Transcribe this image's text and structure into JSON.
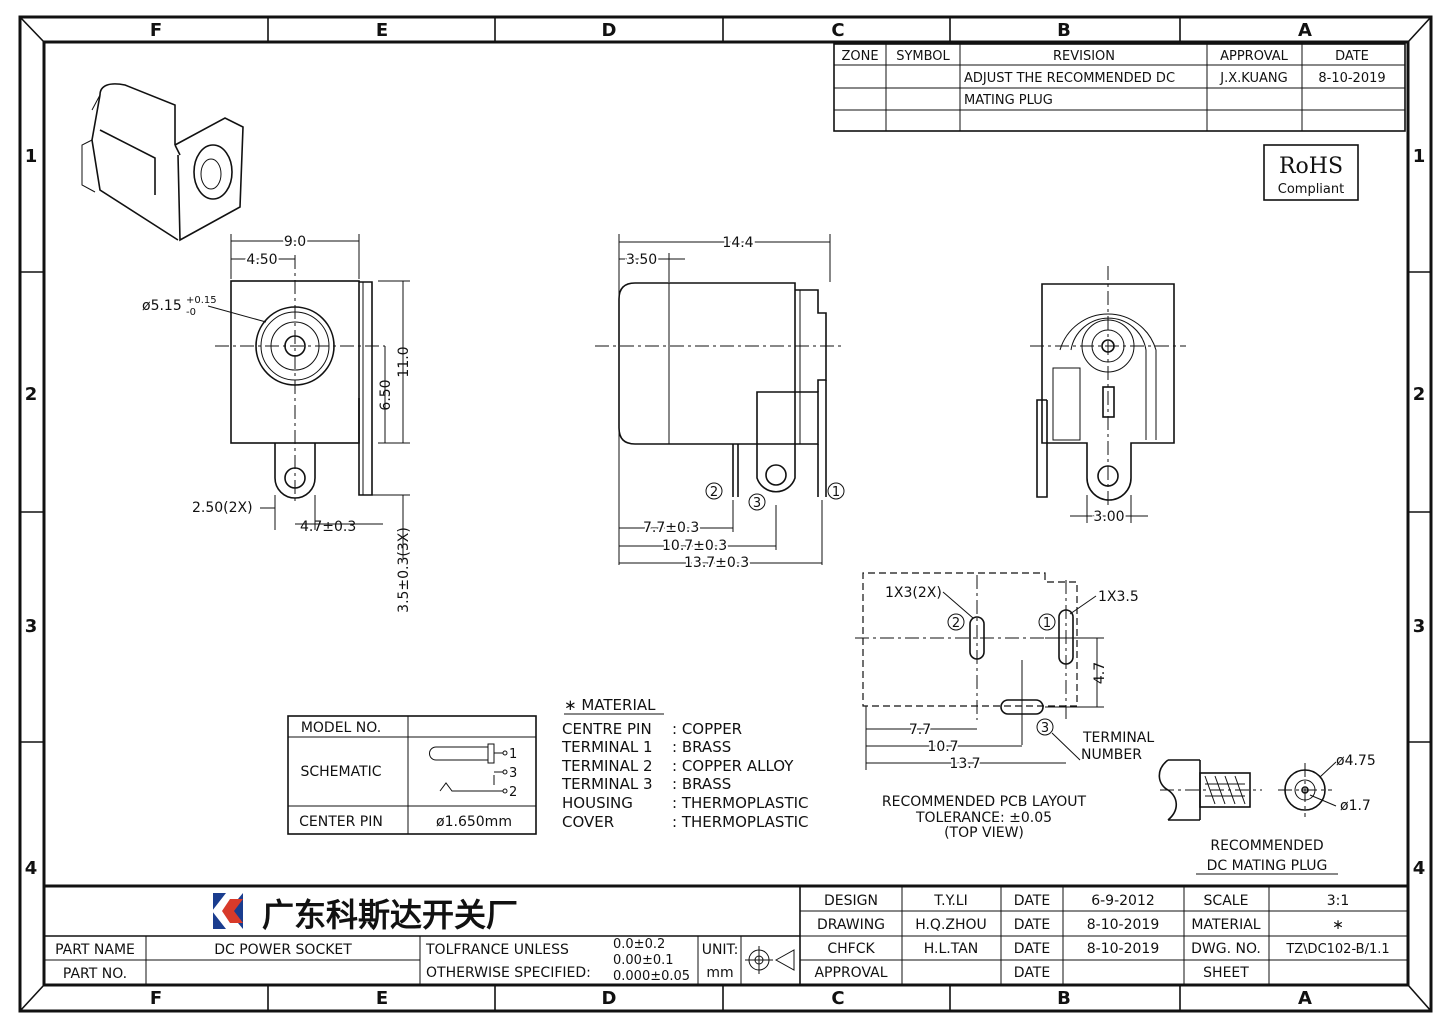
{
  "border": {
    "zones_top": [
      "F",
      "E",
      "D",
      "C",
      "B",
      "A"
    ],
    "zones_side": [
      "1",
      "2",
      "3",
      "4"
    ]
  },
  "revision_table": {
    "headers": [
      "ZONE",
      "SYMBOL",
      "REVISION",
      "APPROVAL",
      "DATE"
    ],
    "revision_line1": "ADJUST THE RECOMMENDED DC",
    "revision_line2": "MATING PLUG",
    "approval": "J.X.KUANG",
    "date": "8-10-2019"
  },
  "rohs": {
    "title": "RoHS",
    "subtitle": "Compliant"
  },
  "front_view": {
    "width": "9.0",
    "center_x": "4.50",
    "hole_dia": "ø5.15",
    "hole_tol_plus": "+0.15",
    "hole_tol_minus": "-0",
    "height": "11.0",
    "center_h": "6.50",
    "pin_width": "2.50(2X)",
    "pin_spacing": "4.7±0.3",
    "pin_len": "3.5±0.3(3X)"
  },
  "side_view": {
    "length": "14.4",
    "front": "3.50",
    "d1": "7.7±0.3",
    "d2": "10.7±0.3",
    "d3": "13.7±0.3",
    "pins": [
      "1",
      "2",
      "3"
    ]
  },
  "back_view": {
    "dim": "3.00"
  },
  "pcb_layout": {
    "slot_small": "1X3(2X)",
    "slot_large": "1X3.5",
    "pins": [
      "1",
      "2",
      "3"
    ],
    "d_vert": "4.7",
    "d1": "7.7",
    "d2": "10.7",
    "d3": "13.7",
    "terminal_label_1": "TERMINAL",
    "terminal_label_2": "NUMBER",
    "caption_1": "RECOMMENDED PCB LAYOUT",
    "caption_2": "TOLERANCE: ±0.05",
    "caption_3": "(TOP VIEW)"
  },
  "mating_plug": {
    "outer": "ø4.75",
    "inner": "ø1.7",
    "caption_1": "RECOMMENDED",
    "caption_2": "DC MATING PLUG"
  },
  "model_table": {
    "model_label": "MODEL NO.",
    "schematic_label": "SCHEMATIC",
    "center_pin_label": "CENTER PIN",
    "center_pin_value": "ø1.650mm",
    "sch_pins": [
      "1",
      "3",
      "2"
    ]
  },
  "material": {
    "title": "∗ MATERIAL",
    "items": [
      {
        "part": "CENTRE PIN",
        "mat": ": COPPER"
      },
      {
        "part": "TERMINAL 1",
        "mat": ": BRASS"
      },
      {
        "part": "TERMINAL 2",
        "mat": ": COPPER ALLOY"
      },
      {
        "part": "TERMINAL 3",
        "mat": ": BRASS"
      },
      {
        "part": "HOUSING",
        "mat": ": THERMOPLASTIC"
      },
      {
        "part": "COVER",
        "mat": ": THERMOPLASTIC"
      }
    ]
  },
  "title_block": {
    "company": "广东科斯达开关厂",
    "part_name_label": "PART NAME",
    "part_name": "DC POWER SOCKET",
    "part_no_label": "PART NO.",
    "tol_line1": "TOLFRANCE UNLESS",
    "tol_line2": "OTHERWISE SPECIFIED:",
    "tol_v1": "0.0±0.2",
    "tol_v2": "0.00±0.1",
    "tol_v3": "0.000±0.05",
    "unit_label": "UNIT:",
    "unit": "mm",
    "rows": [
      {
        "label": "DESIGN",
        "name": "T.Y.LI",
        "date_label": "DATE",
        "date": "6-9-2012",
        "k": "SCALE",
        "v": "3:1"
      },
      {
        "label": "DRAWING",
        "name": "H.Q.ZHOU",
        "date_label": "DATE",
        "date": "8-10-2019",
        "k": "MATERIAL",
        "v": "∗"
      },
      {
        "label": "CHFCK",
        "name": "H.L.TAN",
        "date_label": "DATE",
        "date": "8-10-2019",
        "k": "DWG. NO.",
        "v": "TZ\\DC102-B/1.1"
      },
      {
        "label": "APPROVAL",
        "name": "",
        "date_label": "DATE",
        "date": "",
        "k": "SHEET",
        "v": ""
      }
    ]
  }
}
